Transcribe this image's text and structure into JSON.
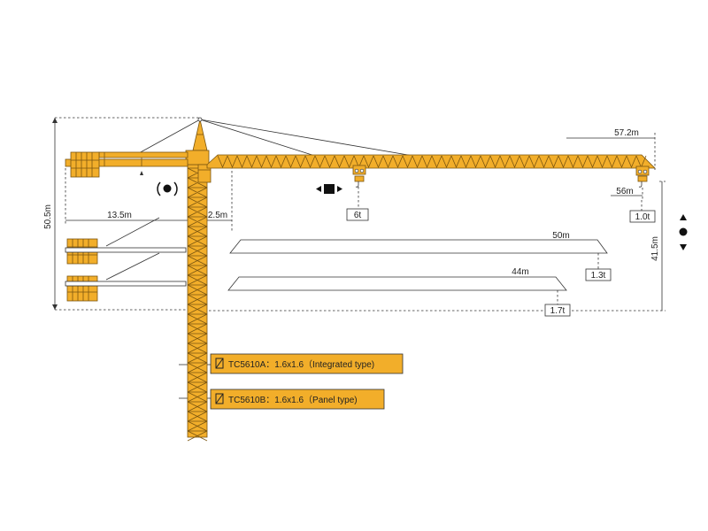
{
  "dimensions": {
    "height_total": "50.5m",
    "counter_jib_length": "13.5m",
    "counter_jib_offset": "2.5m",
    "max_radius": "57.2m",
    "tip_radius": "56m",
    "hook_height": "41.5m"
  },
  "loads": {
    "max_load": "6t",
    "tip_load": "1.0t"
  },
  "jib_options": [
    {
      "length": "50m",
      "tip_load": "1.3t"
    },
    {
      "length": "44m",
      "tip_load": "1.7t"
    }
  ],
  "mast_sections": [
    {
      "model": "TC5610A",
      "spec": "1.6x1.6",
      "type": "(Integrated type)",
      "text": "TC5610A：1.6x1.6（Integrated type)"
    },
    {
      "model": "TC5610B",
      "spec": "1.6x1.6",
      "type": "(Panel type)",
      "text": "TC5610B：1.6x1.6（Panel type)"
    }
  ],
  "icons": [
    "slewing-icon",
    "trolley-travel-icon",
    "hoisting-icon",
    "mast-section-icon"
  ],
  "colors": {
    "structure": "#f2ae2a",
    "outline": "#7a5510",
    "line": "#333333"
  }
}
